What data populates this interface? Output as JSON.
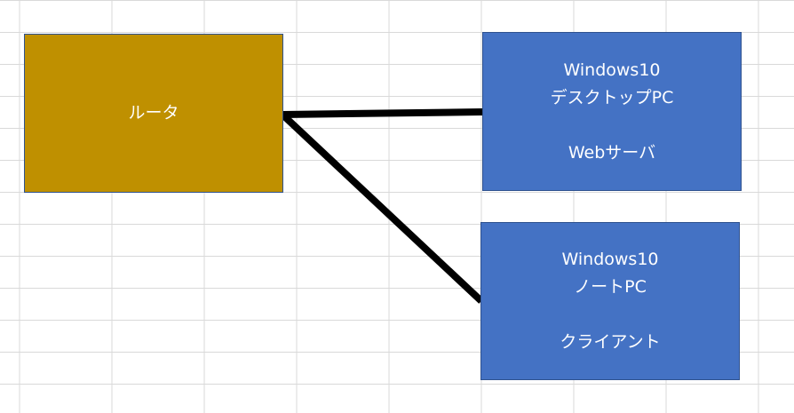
{
  "colors": {
    "grid": "#d9d9d9",
    "router_fill": "#bf9000",
    "pc_fill": "#4472c4",
    "box_border": "#2f528f",
    "connector": "#000000",
    "text": "#ffffff"
  },
  "router": {
    "label": "ルータ"
  },
  "desktop_pc": {
    "lines": [
      "Windows10",
      "デスクトップPC",
      "",
      "Webサーバ"
    ]
  },
  "notebook_pc": {
    "lines": [
      "Windows10",
      "ノートPC",
      "",
      "クライアント"
    ]
  }
}
